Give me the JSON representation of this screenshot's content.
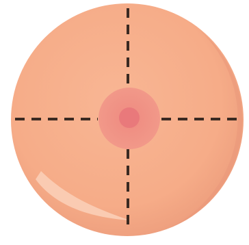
{
  "diagram": {
    "colors": {
      "background": "#ffffff",
      "outer_disc": "#f7b08d",
      "outer_disc_shadow": "#ec9c7c",
      "outer_disc_highlight": "#fbd0b8",
      "areola": "#ef8c7f",
      "nipple_center": "#e87474",
      "dashed_lines": "#3a2a22"
    },
    "icons": {
      "outer_disc": "breast-circle-icon",
      "areola": "areola-icon",
      "nipple": "nipple-icon"
    },
    "quadrant_lines": {
      "style": "dashed",
      "orientation": [
        "vertical",
        "horizontal"
      ]
    }
  }
}
